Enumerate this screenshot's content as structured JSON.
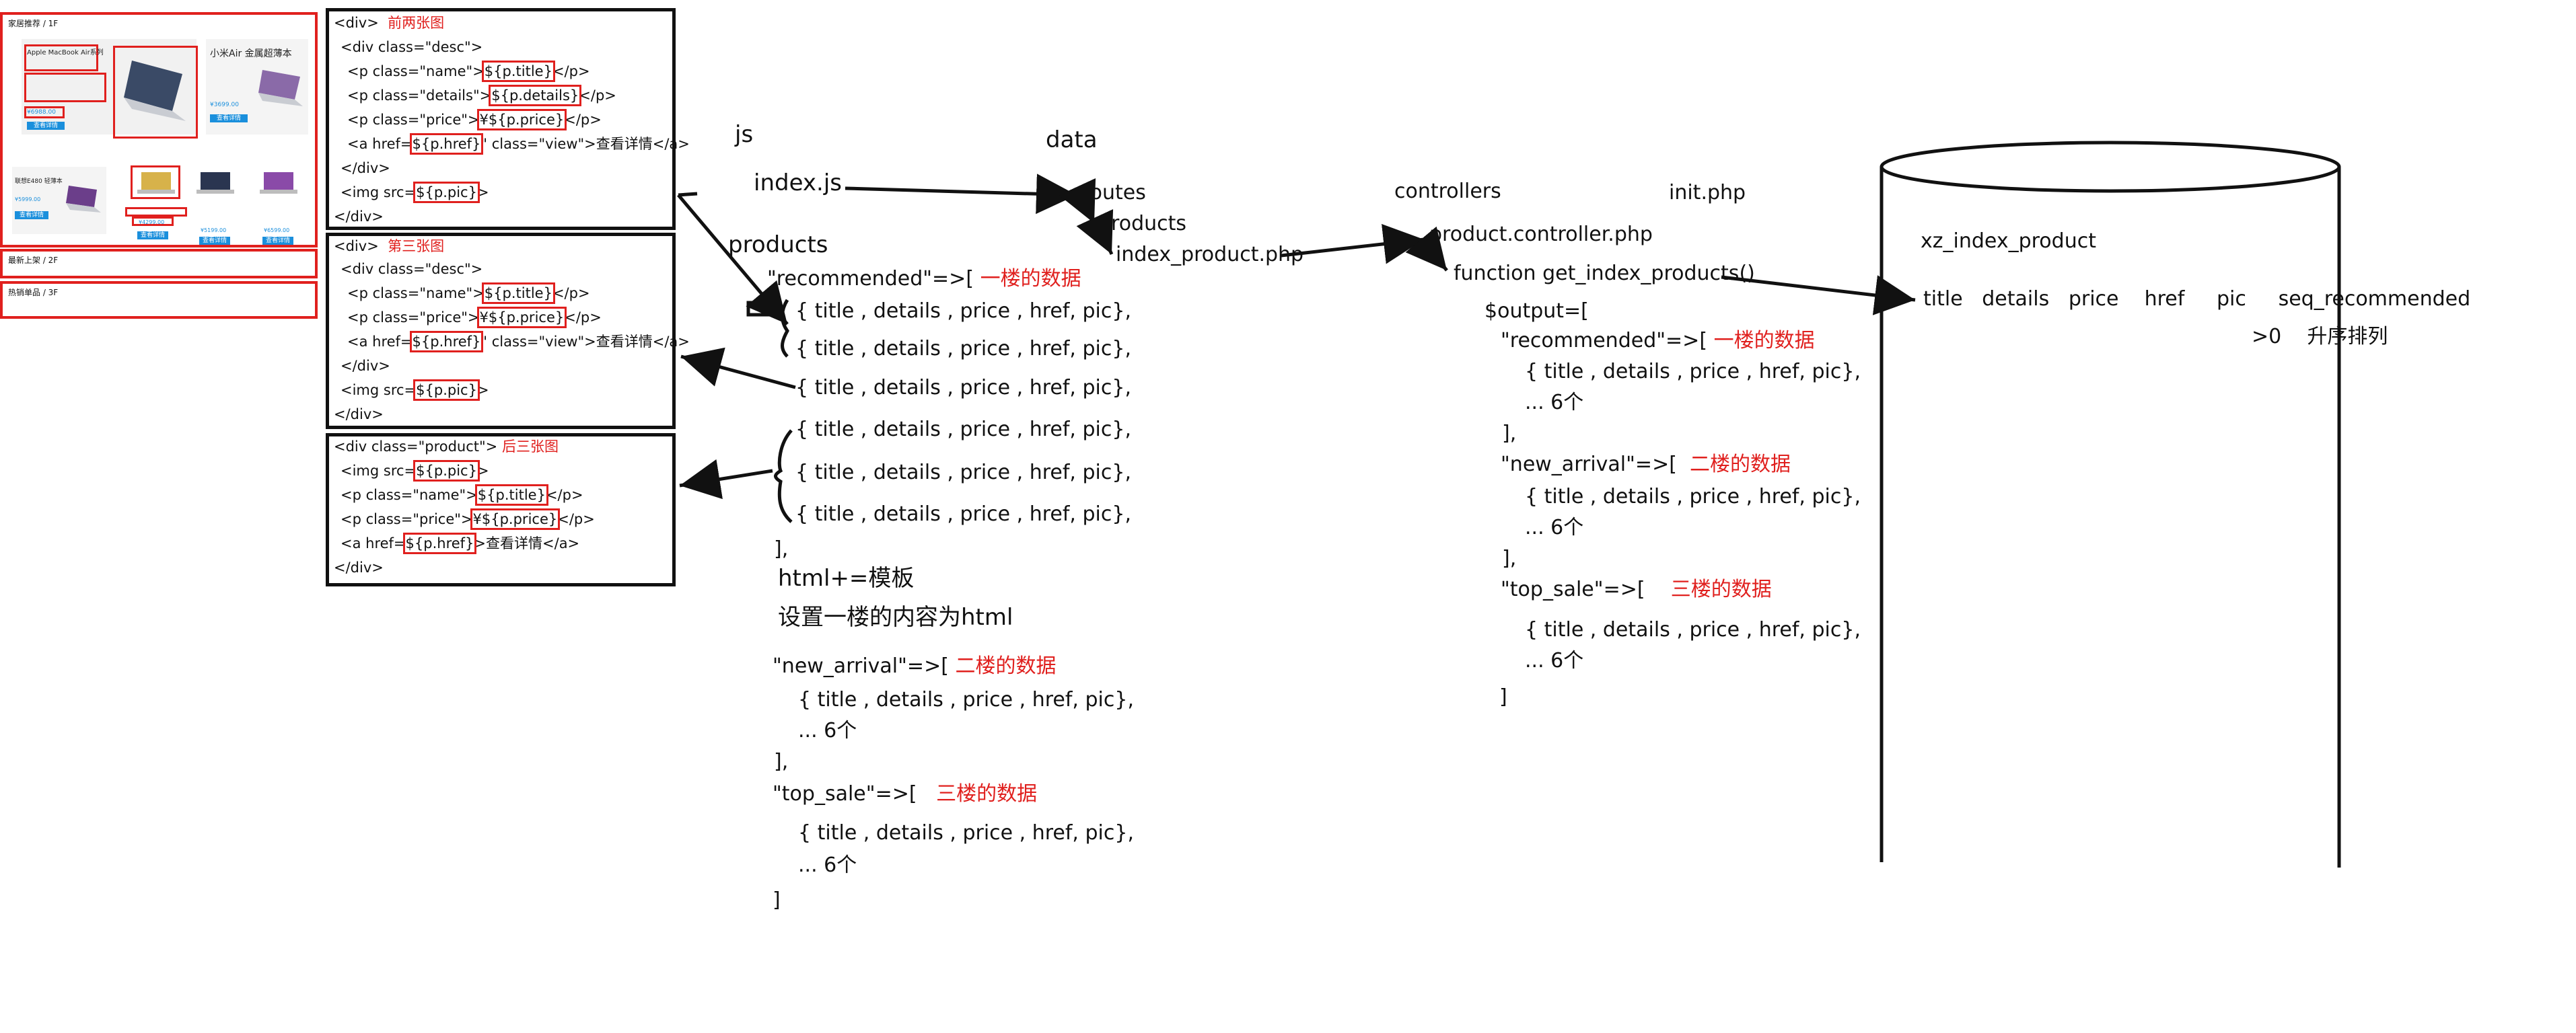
{
  "mockup": {
    "floor1_title": "家居推荐 / 1F",
    "floor2_title": "最新上架 / 2F",
    "floor3_title": "热销单品 / 3F",
    "p1_title": "Apple MacBook Air系列",
    "p2_title": "小米Air 金属超薄本",
    "p3_title": "联想E480 轻薄本",
    "p1_price": "¥6988.00",
    "p2_price": "¥3699.00",
    "p3_price": "¥5999.00",
    "detail_btn": "查看详情",
    "small_prices": [
      "¥4299.00",
      "¥5199.00",
      "¥6599.00"
    ]
  },
  "tpl1": {
    "note": "前两张图",
    "lines": [
      "<div>",
      "<div class=\"desc\">",
      "<p class=\"name\">",
      "${p.title}",
      "</p>",
      "<p class=\"details\">",
      "${p.details}",
      "</p>",
      "<p class=\"price\">",
      "¥${p.price}",
      "</p>",
      "<a href=",
      "${p.href}",
      "\" class=\"view\">查看详情</a>",
      "</div>",
      "<img src=",
      "${p.pic}",
      ">",
      "</div>"
    ]
  },
  "tpl2": {
    "note": "第三张图",
    "lines": [
      "<div>",
      "<div class=\"desc\">",
      "<p class=\"name\">",
      "${p.title}",
      "</p>",
      "<p class=\"price\">",
      "¥${p.price}",
      "</p>",
      "<a href=",
      "${p.href}",
      "\" class=\"view\">查看详情</a>",
      "</div>",
      "<img src=",
      "${p.pic}",
      ">",
      "</div>"
    ]
  },
  "tpl3": {
    "note": "后三张图",
    "lines": [
      "<div class=\"product\">",
      "<img src=",
      "${p.pic}",
      ">",
      "<p class=\"name\">",
      "${p.title}",
      "</p>",
      "<p class=\"price\">",
      "¥${p.price}",
      "</p>",
      "<a href=",
      "${p.href}",
      ">查看详情</a>",
      "</div>"
    ]
  },
  "js": {
    "label": "js",
    "file": "index.js",
    "products": "products",
    "recommended": "\"recommended\"=>[",
    "recommended_note": "一楼的数据",
    "row": "{ title , details , price ,  href,   pic},",
    "close": "],",
    "html_line": "html+=模板",
    "set_line": "设置一楼的内容为html",
    "new_arrival": "\"new_arrival\"=>[",
    "new_arrival_note": "二楼的数据",
    "row2": "{ title , details , price ,  href,   pic},",
    "six": "... 6个",
    "top_sale": "\"top_sale\"=>[",
    "top_sale_note": "三楼的数据",
    "end": "]"
  },
  "data": {
    "label": "data",
    "routes": "routes",
    "products": "products",
    "file": "index_product.php"
  },
  "controllers": {
    "label": "controllers",
    "init": "init.php",
    "file": "product.controller.php",
    "func": "function get_index_products()",
    "output": "$output=[",
    "recommended": "\"recommended\"=>[",
    "recommended_note": "一楼的数据",
    "row": "{ title , details , price ,  href,   pic},",
    "six": "... 6个",
    "close": "],",
    "new_arrival": "\"new_arrival\"=>[",
    "new_arrival_note": "二楼的数据",
    "top_sale": "\"top_sale\"=>[",
    "top_sale_note": "三楼的数据",
    "end": "]"
  },
  "db": {
    "table": "xz_index_product",
    "columns": "title   details   price    href     pic     seq_recommended",
    "note": ">0    升序排列"
  },
  "colors": {
    "red": "#e0201e",
    "blue": "#1a8fdc",
    "black": "#111111"
  }
}
